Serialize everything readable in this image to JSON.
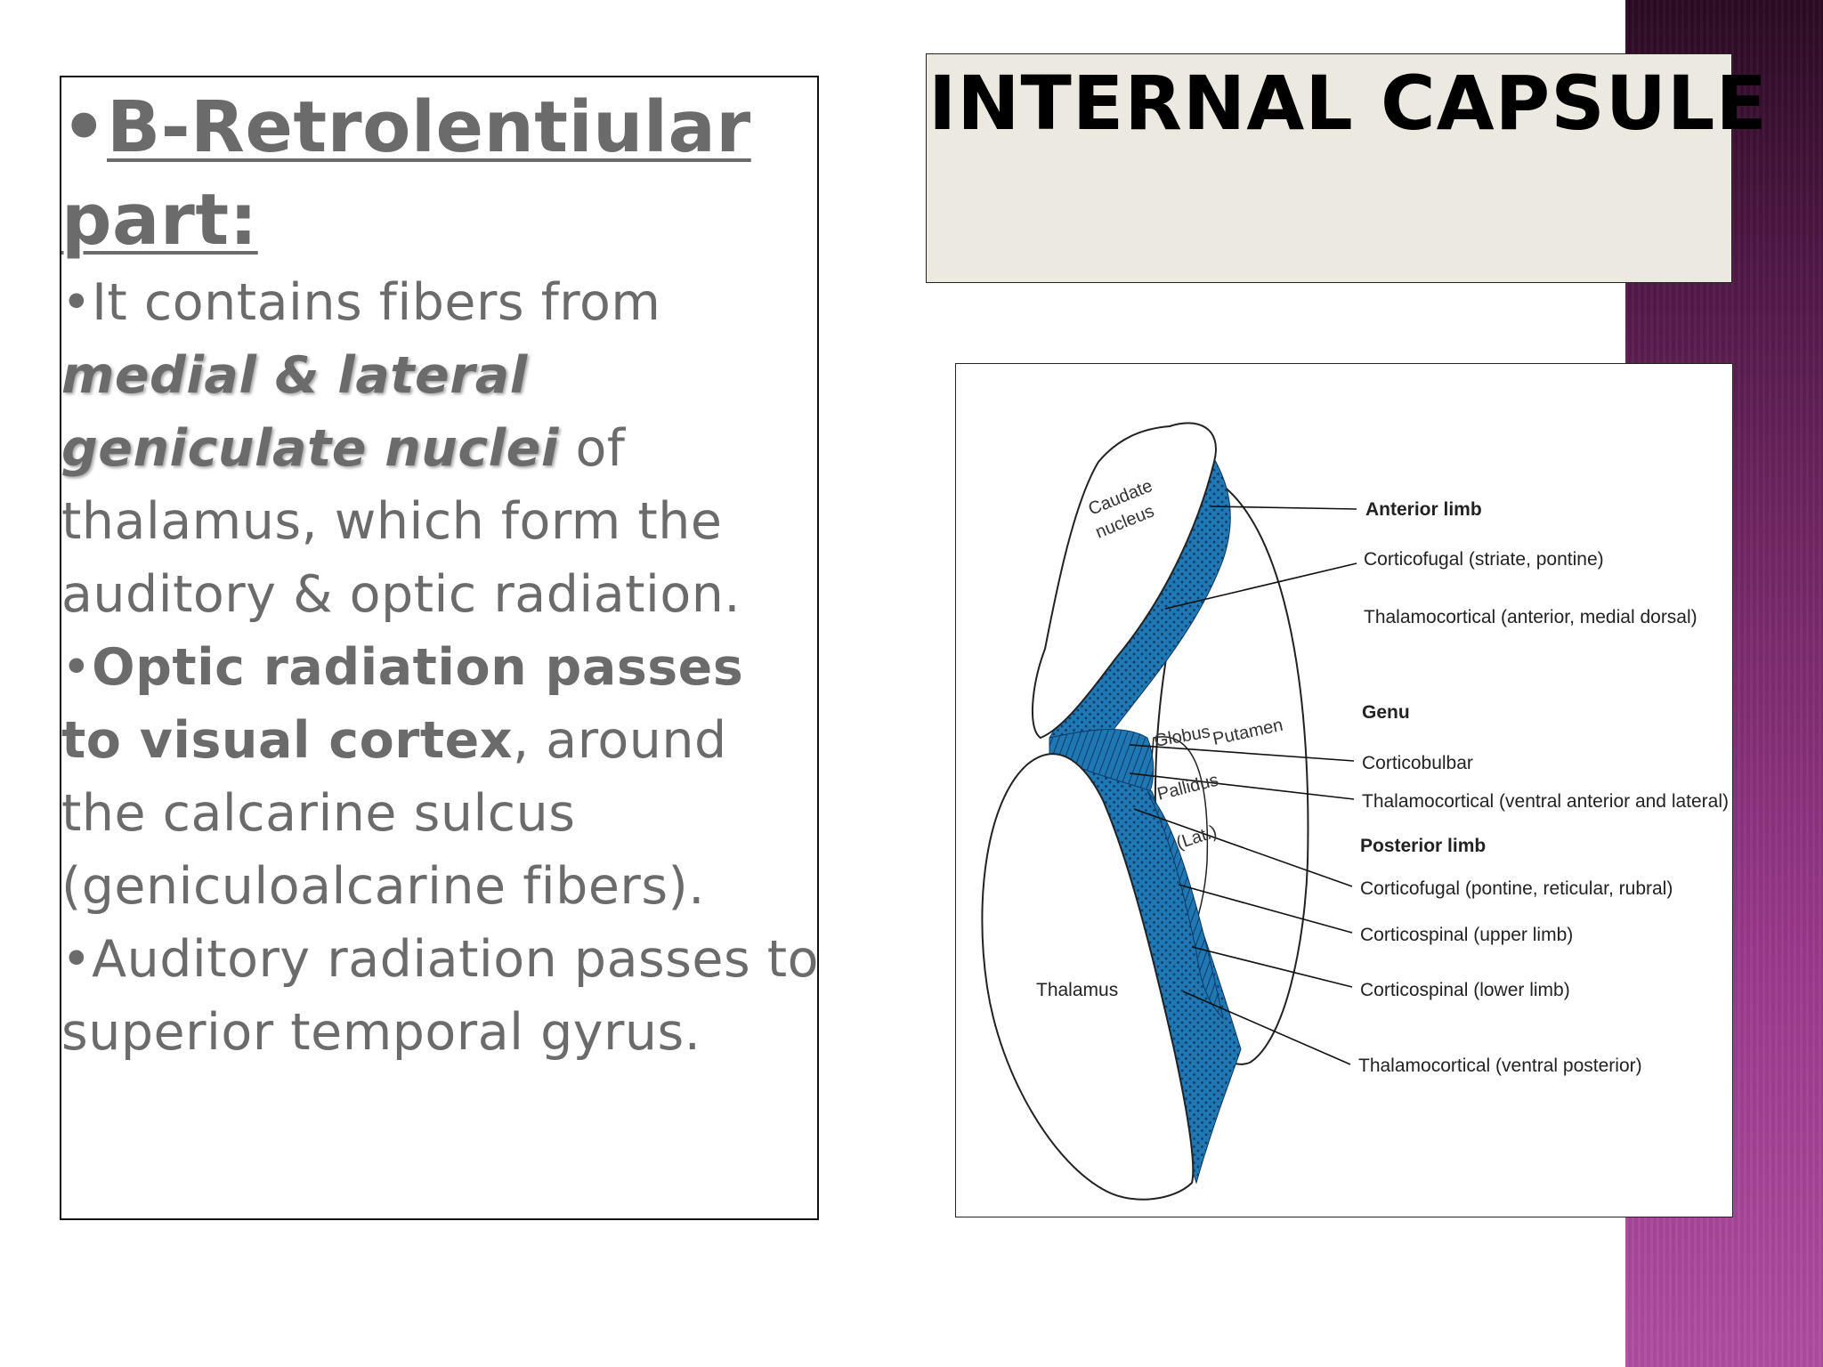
{
  "title": "INTERNAL CAPSULE",
  "text": {
    "bullet": "•",
    "heading_line1": "B-Retrolentiular",
    "heading_line2": "part:",
    "p1_start": "It contains fibers from",
    "p1_em": "medial & lateral geniculate nuclei",
    "p1_end": " of thalamus, which form the auditory & optic radiation.",
    "p2_bold": "Optic radiation passes to visual cortex",
    "p2_end": ", around the calcarine sulcus (geniculoalcarine fibers).",
    "p3": "Auditory radiation passes to superior temporal gyrus."
  },
  "figure": {
    "structures": {
      "caudate_line1": "Caudate",
      "caudate_line2": "nucleus",
      "globus": "Globus",
      "pallidus": "Pallidus",
      "lat": "(Lat.)",
      "putamen": "Putamen",
      "thalamus": "Thalamus"
    },
    "sections": {
      "anterior": "Anterior limb",
      "genu": "Genu",
      "posterior": "Posterior limb"
    },
    "labels": {
      "a1": "Corticofugal (striate, pontine)",
      "a2": "Thalamocortical (anterior, medial dorsal)",
      "g1": "Corticobulbar",
      "g2": "Thalamocortical (ventral anterior and lateral)",
      "p1": "Corticofugal (pontine, reticular, rubral)",
      "p2": "Corticospinal (upper limb)",
      "p3": "Corticospinal (lower limb)",
      "p4": "Thalamocortical (ventral posterior)"
    }
  },
  "colors": {
    "capsule_fill": "#1f77b4",
    "side_band": "#7a2a6c",
    "title_box": "#ebe9e0",
    "body_text": "#6b6b6b"
  }
}
